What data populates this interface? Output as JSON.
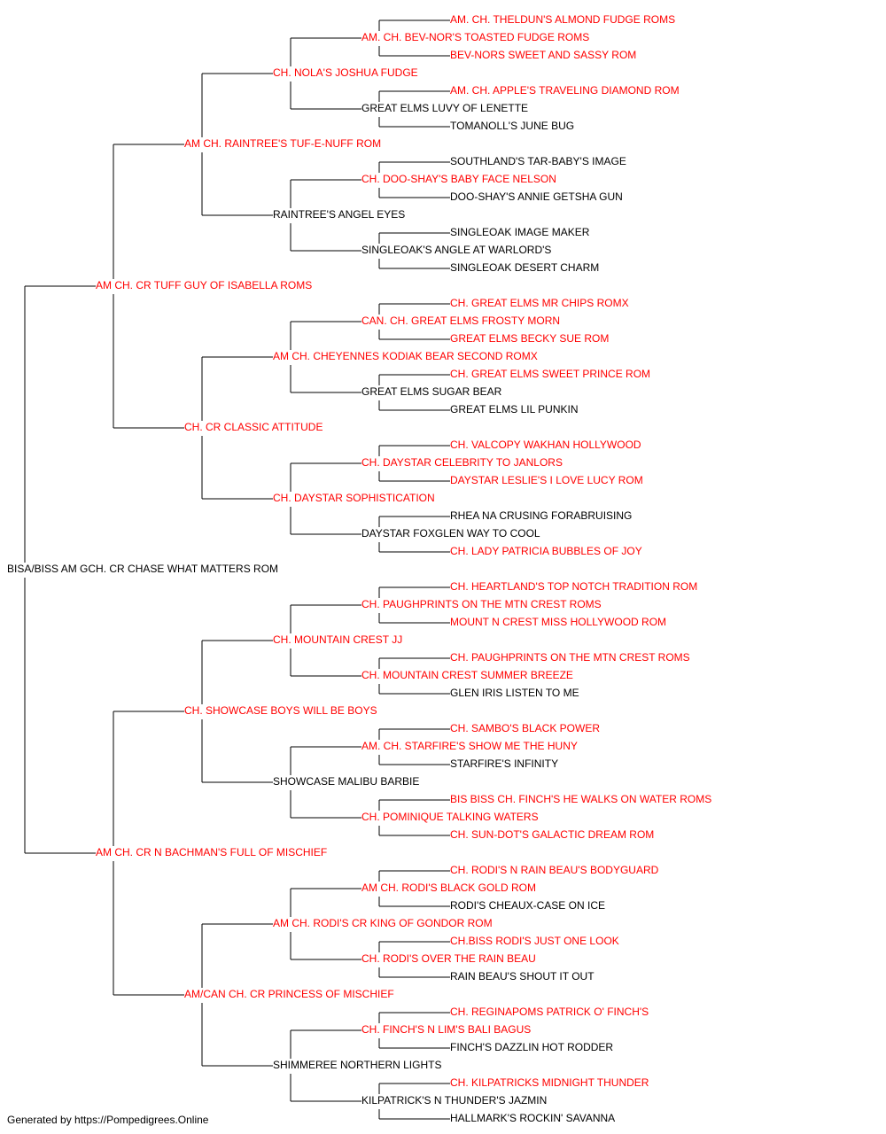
{
  "colors": {
    "champion": "#ff0000",
    "normal": "#000000",
    "line": "#000000"
  },
  "footer": "Generated by https://Pompedigrees.Online",
  "pedigree": {
    "name": "BISA/BISS AM GCH. CR CHASE WHAT MATTERS ROM",
    "champion": false,
    "sire": {
      "name": "AM CH. CR TUFF GUY OF ISABELLA ROMS",
      "champion": true,
      "sire": {
        "name": "AM CH. RAINTREE'S TUF-E-NUFF ROM",
        "champion": true,
        "sire": {
          "name": "CH. NOLA'S JOSHUA FUDGE",
          "champion": true,
          "sire": {
            "name": "AM. CH. BEV-NOR'S TOASTED FUDGE ROMS",
            "champion": true,
            "sire": {
              "name": "AM. CH. THELDUN'S ALMOND FUDGE ROMS",
              "champion": true
            },
            "dam": {
              "name": "BEV-NORS SWEET AND SASSY ROM",
              "champion": true
            }
          },
          "dam": {
            "name": "GREAT ELMS LUVY OF LENETTE",
            "champion": false,
            "sire": {
              "name": "AM. CH. APPLE'S TRAVELING DIAMOND ROM",
              "champion": true
            },
            "dam": {
              "name": "TOMANOLL'S JUNE BUG",
              "champion": false
            }
          }
        },
        "dam": {
          "name": "RAINTREE'S ANGEL EYES",
          "champion": false,
          "sire": {
            "name": "CH. DOO-SHAY'S BABY FACE NELSON",
            "champion": true,
            "sire": {
              "name": "SOUTHLAND'S TAR-BABY'S IMAGE",
              "champion": false
            },
            "dam": {
              "name": "DOO-SHAY'S ANNIE GETSHA GUN",
              "champion": false
            }
          },
          "dam": {
            "name": "SINGLEOAK'S ANGLE AT WARLORD'S",
            "champion": false,
            "sire": {
              "name": "SINGLEOAK IMAGE MAKER",
              "champion": false
            },
            "dam": {
              "name": "SINGLEOAK DESERT CHARM",
              "champion": false
            }
          }
        }
      },
      "dam": {
        "name": "CH. CR CLASSIC ATTITUDE",
        "champion": true,
        "sire": {
          "name": "AM CH. CHEYENNES KODIAK BEAR SECOND ROMX",
          "champion": true,
          "sire": {
            "name": "CAN. CH. GREAT ELMS FROSTY MORN",
            "champion": true,
            "sire": {
              "name": "CH. GREAT ELMS MR CHIPS ROMX",
              "champion": true
            },
            "dam": {
              "name": "GREAT ELMS BECKY SUE ROM",
              "champion": true
            }
          },
          "dam": {
            "name": "GREAT ELMS SUGAR BEAR",
            "champion": false,
            "sire": {
              "name": "CH. GREAT ELMS SWEET PRINCE ROM",
              "champion": true
            },
            "dam": {
              "name": "GREAT ELMS LIL PUNKIN",
              "champion": false
            }
          }
        },
        "dam": {
          "name": "CH. DAYSTAR SOPHISTICATION",
          "champion": true,
          "sire": {
            "name": "CH. DAYSTAR CELEBRITY TO JANLORS",
            "champion": true,
            "sire": {
              "name": "CH. VALCOPY WAKHAN HOLLYWOOD",
              "champion": true
            },
            "dam": {
              "name": "DAYSTAR LESLIE'S I LOVE LUCY ROM",
              "champion": true
            }
          },
          "dam": {
            "name": "DAYSTAR FOXGLEN WAY TO COOL",
            "champion": false,
            "sire": {
              "name": "RHEA NA CRUSING FORABRUISING",
              "champion": false
            },
            "dam": {
              "name": "CH. LADY PATRICIA BUBBLES OF JOY",
              "champion": true
            }
          }
        }
      }
    },
    "dam": {
      "name": "AM CH. CR N BACHMAN'S FULL OF MISCHIEF",
      "champion": true,
      "sire": {
        "name": "CH. SHOWCASE BOYS WILL BE BOYS",
        "champion": true,
        "sire": {
          "name": "CH. MOUNTAIN CREST JJ",
          "champion": true,
          "sire": {
            "name": "CH. PAUGHPRINTS ON THE MTN CREST ROMS",
            "champion": true,
            "sire": {
              "name": "CH. HEARTLAND'S TOP NOTCH TRADITION ROM",
              "champion": true
            },
            "dam": {
              "name": "MOUNT N CREST MISS HOLLYWOOD ROM",
              "champion": true
            }
          },
          "dam": {
            "name": "CH. MOUNTAIN CREST SUMMER BREEZE",
            "champion": true,
            "sire": {
              "name": "CH. PAUGHPRINTS ON THE MTN CREST ROMS",
              "champion": true
            },
            "dam": {
              "name": "GLEN IRIS LISTEN TO ME",
              "champion": false
            }
          }
        },
        "dam": {
          "name": "SHOWCASE MALIBU BARBIE",
          "champion": false,
          "sire": {
            "name": "AM. CH. STARFIRE'S SHOW ME THE HUNY",
            "champion": true,
            "sire": {
              "name": "CH. SAMBO'S BLACK POWER",
              "champion": true
            },
            "dam": {
              "name": "STARFIRE'S INFINITY",
              "champion": false
            }
          },
          "dam": {
            "name": "CH. POMINIQUE TALKING WATERS",
            "champion": true,
            "sire": {
              "name": "BIS BISS CH. FINCH'S HE WALKS ON WATER ROMS",
              "champion": true
            },
            "dam": {
              "name": "CH. SUN-DOT'S GALACTIC DREAM ROM",
              "champion": true
            }
          }
        }
      },
      "dam": {
        "name": "AM/CAN CH. CR PRINCESS OF MISCHIEF",
        "champion": true,
        "sire": {
          "name": "AM CH. RODI'S CR KING OF GONDOR ROM",
          "champion": true,
          "sire": {
            "name": "AM CH. RODI'S BLACK GOLD ROM",
            "champion": true,
            "sire": {
              "name": "CH. RODI'S N RAIN BEAU'S BODYGUARD",
              "champion": true
            },
            "dam": {
              "name": "RODI'S CHEAUX-CASE ON ICE",
              "champion": false
            }
          },
          "dam": {
            "name": "CH. RODI'S OVER THE RAIN BEAU",
            "champion": true,
            "sire": {
              "name": "CH.BISS RODI'S JUST ONE LOOK",
              "champion": true
            },
            "dam": {
              "name": "RAIN BEAU'S SHOUT IT OUT",
              "champion": false
            }
          }
        },
        "dam": {
          "name": "SHIMMEREE NORTHERN LIGHTS",
          "champion": false,
          "sire": {
            "name": "CH. FINCH'S N LIM'S BALI BAGUS",
            "champion": true,
            "sire": {
              "name": "CH. REGINAPOMS PATRICK O' FINCH'S",
              "champion": true
            },
            "dam": {
              "name": "FINCH'S DAZZLIN HOT RODDER",
              "champion": false
            }
          },
          "dam": {
            "name": "KILPATRICK'S N THUNDER'S JAZMIN",
            "champion": false,
            "sire": {
              "name": "CH. KILPATRICKS MIDNIGHT THUNDER",
              "champion": true
            },
            "dam": {
              "name": "HALLMARK'S ROCKIN' SAVANNA",
              "champion": false
            }
          }
        }
      }
    }
  }
}
